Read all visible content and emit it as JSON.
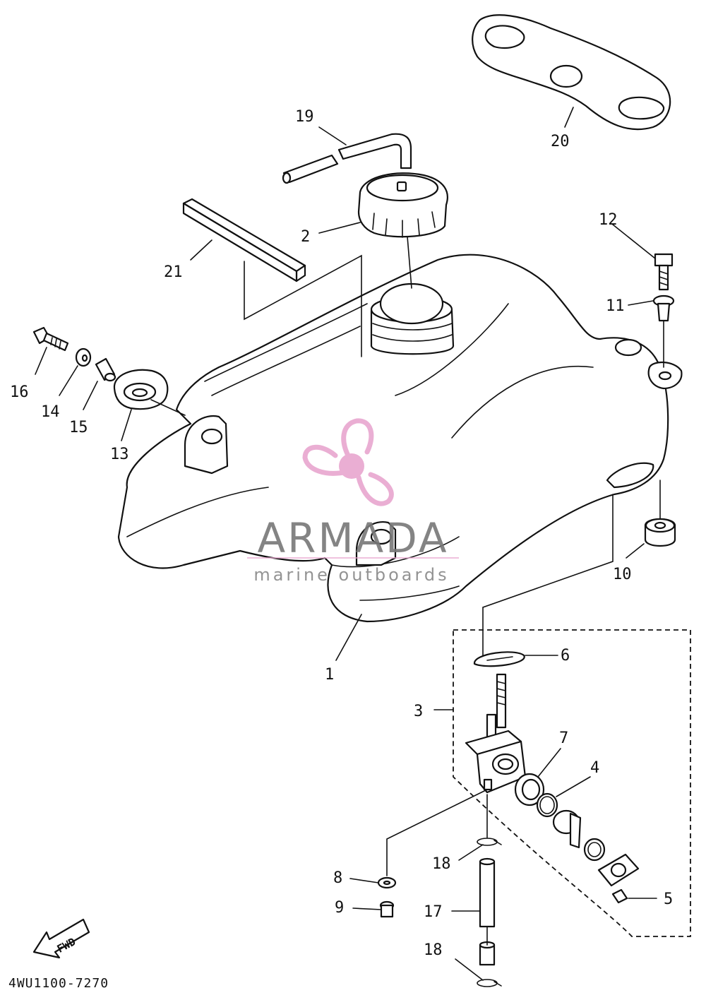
{
  "diagram": {
    "drawing_code": "4WU1100-7270",
    "direction_label": "FWD",
    "callouts": {
      "c1": "1",
      "c2": "2",
      "c3": "3",
      "c4": "4",
      "c5": "5",
      "c6": "6",
      "c7": "7",
      "c8": "8",
      "c9": "9",
      "c10": "10",
      "c11": "11",
      "c12": "12",
      "c13": "13",
      "c14": "14",
      "c15": "15",
      "c16": "16",
      "c17": "17",
      "c18a": "18",
      "c18b": "18",
      "c19": "19",
      "c20": "20",
      "c21": "21"
    }
  },
  "watermark": {
    "brand": "ARMADA",
    "tagline": "marine outboards",
    "colors": {
      "logo": "#e8a6cf",
      "text": "#777777"
    }
  }
}
